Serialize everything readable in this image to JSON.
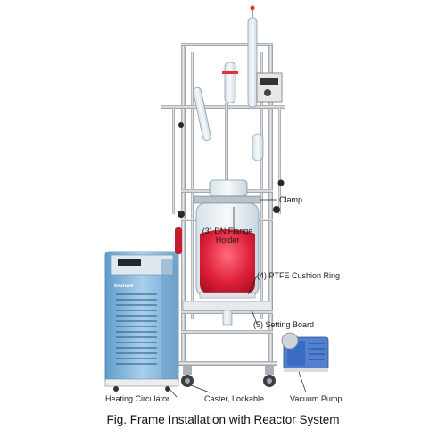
{
  "labels": {
    "clamp": "Clamp",
    "dn_flange_holder": "(3) DN Flange Holder",
    "ptfe_cushion_ring": "(4) PTFE Cushion Ring",
    "setting_board": "(5) Setting Board",
    "heating_circulator": "Heating Circulator",
    "caster": "Caster, Lockable",
    "vacuum_pump": "Vacuum Pump"
  },
  "brand": "DAIHAN",
  "caption": "Fig. Frame Installation with Reactor System",
  "colors": {
    "frame": "#c9cdd1",
    "circulator_body": "#7fb3d9",
    "liquid": "#e0203a",
    "pump_blue": "#3b6cc4"
  }
}
